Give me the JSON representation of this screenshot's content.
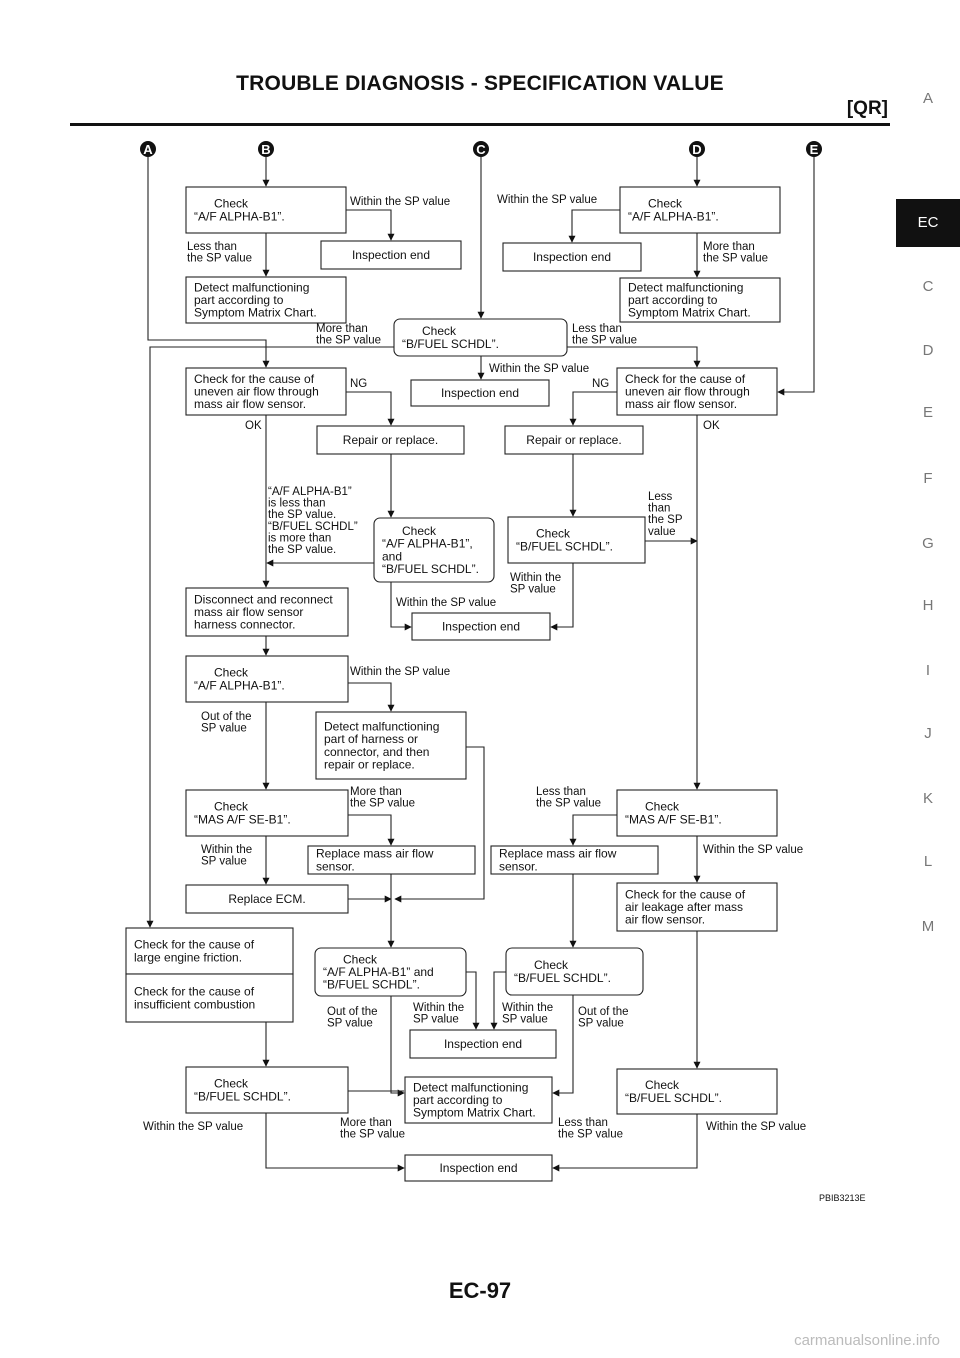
{
  "header": {
    "title": "TROUBLE DIAGNOSIS - SPECIFICATION VALUE",
    "engine": "[QR]"
  },
  "sidebar": {
    "items": [
      "A",
      "EC",
      "C",
      "D",
      "E",
      "F",
      "G",
      "H",
      "I",
      "J",
      "K",
      "L",
      "M"
    ],
    "active": "EC"
  },
  "footer": {
    "page": "EC-97",
    "image_id": "PBIB3213E",
    "watermark": "carmanualsonline.info"
  },
  "connectors": [
    "A",
    "B",
    "C",
    "D",
    "E"
  ],
  "boxes": [
    {
      "id": "b1",
      "lines": [
        "Check",
        "“A/F ALPHA-B1”."
      ]
    },
    {
      "id": "b2",
      "lines": [
        "Inspection end"
      ]
    },
    {
      "id": "b3",
      "lines": [
        "Detect malfunctioning",
        "part according to",
        "Symptom Matrix Chart."
      ]
    },
    {
      "id": "b4",
      "lines": [
        "Within the SP value"
      ]
    },
    {
      "id": "d1",
      "lines": [
        "Check",
        "“A/F ALPHA-B1”."
      ]
    },
    {
      "id": "d2",
      "lines": [
        "Inspection end"
      ]
    },
    {
      "id": "d3",
      "lines": [
        "Detect malfunctioning",
        "part according to",
        "Symptom Matrix Chart."
      ]
    },
    {
      "id": "c1",
      "lines": [
        "Check",
        "“B/FUEL SCHDL”."
      ]
    },
    {
      "id": "c2",
      "lines": [
        "Inspection end"
      ]
    },
    {
      "id": "l1",
      "lines": [
        "Check for the cause of",
        "uneven air flow through",
        "mass air flow sensor."
      ]
    },
    {
      "id": "l2",
      "lines": [
        "Repair or replace."
      ]
    },
    {
      "id": "r1",
      "lines": [
        "Check for the cause of",
        "uneven air flow through",
        "mass air flow sensor."
      ]
    },
    {
      "id": "r2",
      "lines": [
        "Repair or replace."
      ]
    },
    {
      "id": "m1",
      "lines": [
        "Check",
        "“A/F ALPHA-B1”,",
        "and",
        "“B/FUEL SCHDL”."
      ]
    },
    {
      "id": "r3",
      "lines": [
        "Check",
        "“B/FUEL SCHDL”."
      ]
    },
    {
      "id": "l3",
      "lines": [
        "Disconnect and reconnect",
        "mass air flow sensor",
        "harness connector."
      ]
    },
    {
      "id": "m2",
      "lines": [
        "Inspection end"
      ]
    },
    {
      "id": "l4",
      "lines": [
        "Check",
        "“A/F ALPHA-B1”."
      ]
    },
    {
      "id": "m3",
      "lines": [
        "Detect malfunctioning",
        "part of harness or",
        "connector, and then",
        "repair or replace."
      ]
    },
    {
      "id": "l5",
      "lines": [
        "Check",
        "“MAS A/F SE-B1”."
      ]
    },
    {
      "id": "m4",
      "lines": [
        "Replace mass air flow",
        "sensor."
      ]
    },
    {
      "id": "l6",
      "lines": [
        "Replace ECM."
      ]
    },
    {
      "id": "r4",
      "lines": [
        "Check",
        "“MAS A/F SE-B1”."
      ]
    },
    {
      "id": "r5",
      "lines": [
        "Replace mass air flow",
        "sensor."
      ]
    },
    {
      "id": "r6",
      "lines": [
        "Check for the cause of",
        "air leakage after mass",
        "air flow sensor."
      ]
    },
    {
      "id": "a1",
      "lines": [
        "Check for the cause of",
        "large engine friction."
      ]
    },
    {
      "id": "a2",
      "lines": [
        "Check for the cause of",
        "insufficient combustion"
      ]
    },
    {
      "id": "m5",
      "lines": [
        "Check",
        "“A/F ALPHA-B1” and",
        "“B/FUEL SCHDL”."
      ]
    },
    {
      "id": "r7",
      "lines": [
        "Check",
        "“B/FUEL SCHDL”."
      ]
    },
    {
      "id": "m6",
      "lines": [
        "Inspection end"
      ]
    },
    {
      "id": "l7",
      "lines": [
        "Check",
        "“B/FUEL SCHDL”."
      ]
    },
    {
      "id": "m7",
      "lines": [
        "Detect malfunctioning",
        "part  according to",
        "Symptom Matrix Chart."
      ]
    },
    {
      "id": "r8",
      "lines": [
        "Check",
        "“B/FUEL SCHDL”."
      ]
    },
    {
      "id": "m8",
      "lines": [
        "Inspection end"
      ]
    }
  ],
  "labels": [
    {
      "id": "t1",
      "lines": [
        "Within the SP value"
      ]
    },
    {
      "id": "t2",
      "lines": [
        "Less than",
        "the SP value"
      ]
    },
    {
      "id": "t3",
      "lines": [
        "Within the SP value"
      ]
    },
    {
      "id": "t4",
      "lines": [
        "More than",
        "the SP value"
      ]
    },
    {
      "id": "t5",
      "lines": [
        "More than",
        "the SP value"
      ]
    },
    {
      "id": "t6",
      "lines": [
        "Less than",
        "the SP value"
      ]
    },
    {
      "id": "t7",
      "lines": [
        "Within the SP value"
      ]
    },
    {
      "id": "t8",
      "lines": [
        "NG"
      ]
    },
    {
      "id": "t9",
      "lines": [
        "NG"
      ]
    },
    {
      "id": "t10",
      "lines": [
        "OK"
      ]
    },
    {
      "id": "t11",
      "lines": [
        "OK"
      ]
    },
    {
      "id": "t12",
      "lines": [
        "“A/F ALPHA-B1”",
        "is less than",
        "the SP value.",
        "“B/FUEL SCHDL”",
        "is more than",
        "the SP value."
      ]
    },
    {
      "id": "t13",
      "lines": [
        "Less",
        "than",
        "the SP",
        "value"
      ]
    },
    {
      "id": "t14",
      "lines": [
        "Within the",
        "SP value"
      ]
    },
    {
      "id": "t15",
      "lines": [
        "Within the SP value"
      ]
    },
    {
      "id": "t16",
      "lines": [
        "Within the SP value"
      ]
    },
    {
      "id": "t17",
      "lines": [
        "Out of the",
        "SP value"
      ]
    },
    {
      "id": "t18",
      "lines": [
        "More than",
        "the SP value"
      ]
    },
    {
      "id": "t19",
      "lines": [
        "Less than",
        "the SP value"
      ]
    },
    {
      "id": "t20",
      "lines": [
        "Within the",
        "SP value"
      ]
    },
    {
      "id": "t21",
      "lines": [
        "Within the SP value"
      ]
    },
    {
      "id": "t22",
      "lines": [
        "Out of the",
        "SP value"
      ]
    },
    {
      "id": "t23",
      "lines": [
        "Within the",
        "SP value"
      ]
    },
    {
      "id": "t24",
      "lines": [
        "Within the",
        "SP value"
      ]
    },
    {
      "id": "t25",
      "lines": [
        "Out of the",
        "SP value"
      ]
    },
    {
      "id": "t26",
      "lines": [
        "Within the SP value"
      ]
    },
    {
      "id": "t27",
      "lines": [
        "More than",
        "the SP value"
      ]
    },
    {
      "id": "t28",
      "lines": [
        "Less than",
        "the SP value"
      ]
    },
    {
      "id": "t29",
      "lines": [
        "Within the SP value"
      ]
    }
  ]
}
